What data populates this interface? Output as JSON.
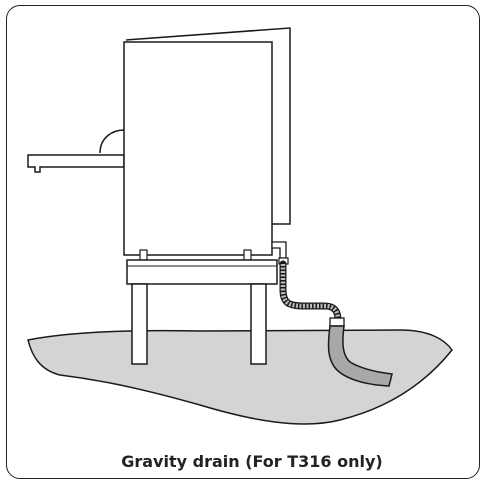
{
  "caption": "Gravity drain (For T316 only)",
  "colors": {
    "outline": "#1a1a1a",
    "floor_fill": "#d4d4d4",
    "hose_fill": "#a8a8a8",
    "background": "#ffffff"
  },
  "icons": [
    "appliance-body",
    "stand-table",
    "drain-hose",
    "floor-surface"
  ]
}
